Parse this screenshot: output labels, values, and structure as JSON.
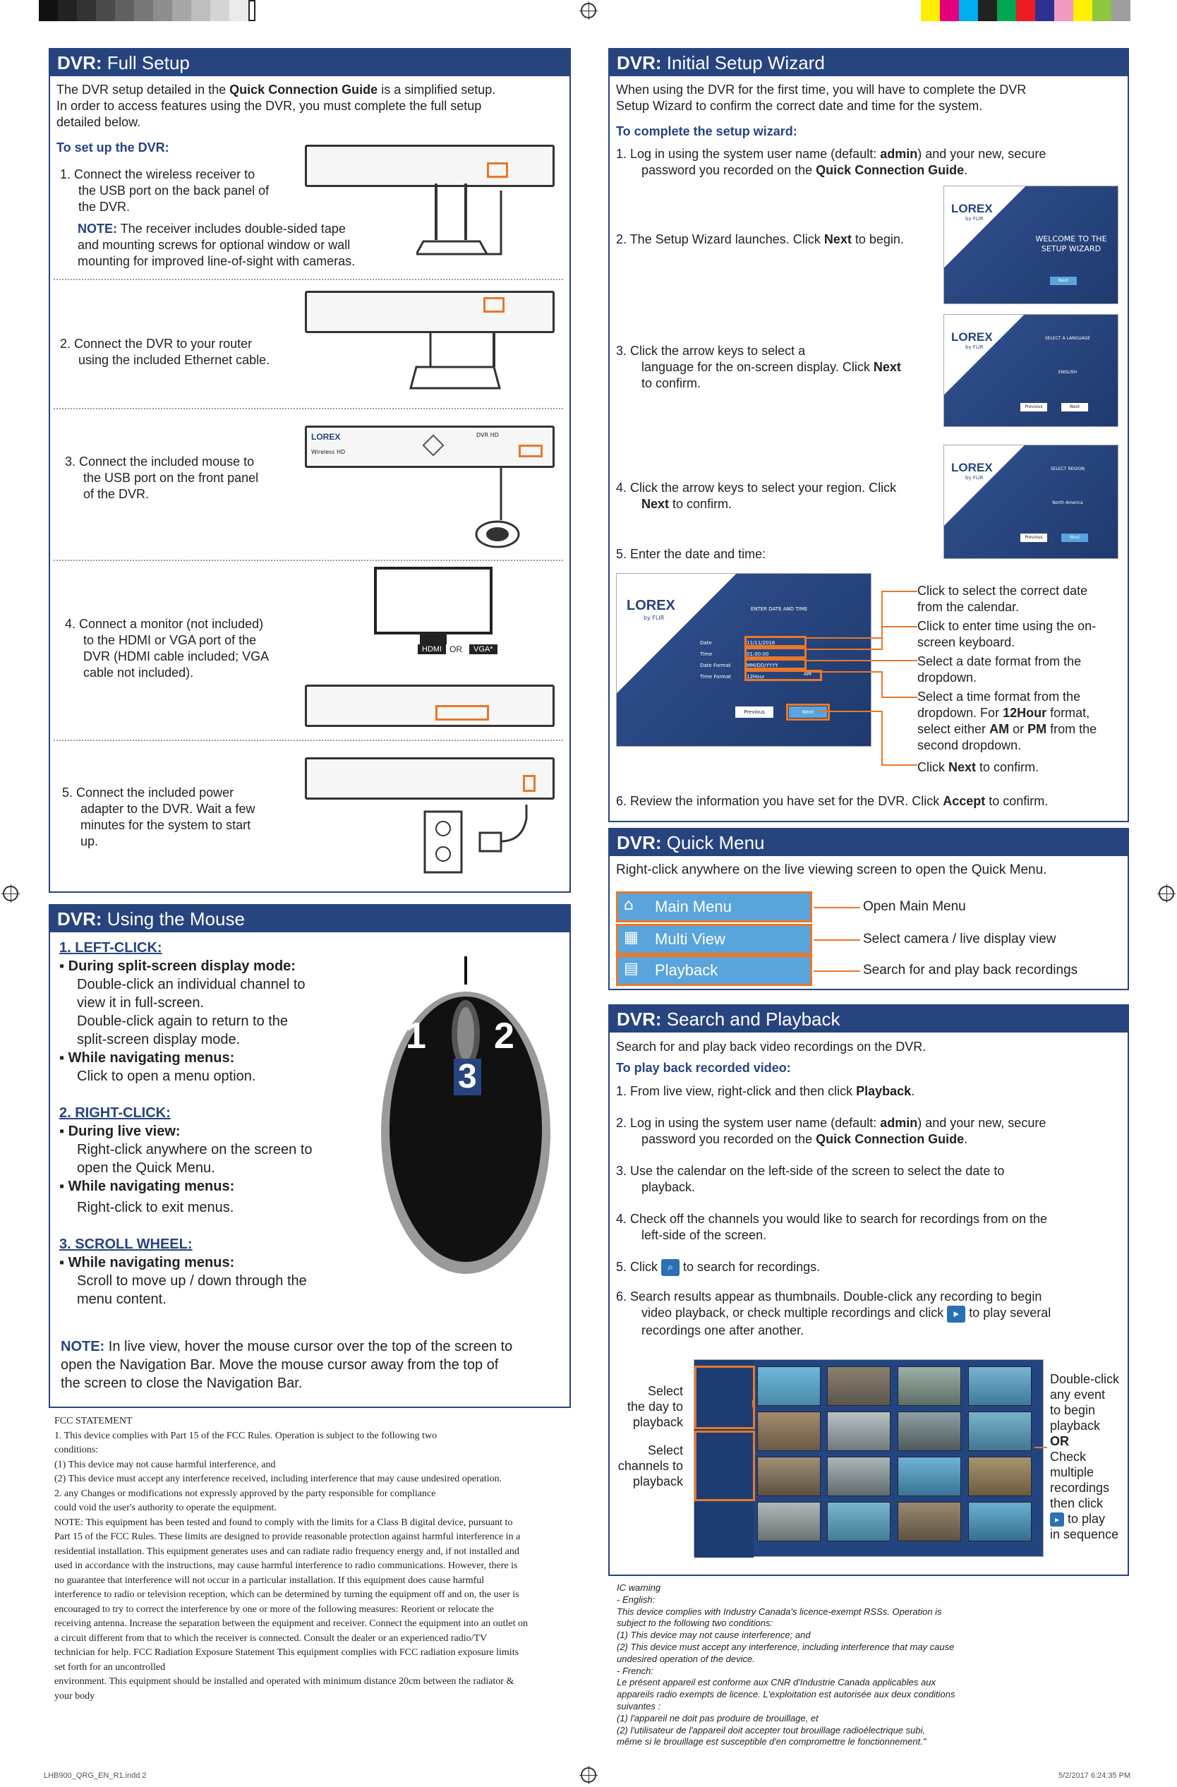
{
  "colors": {
    "brand": "#27447f",
    "accent": "#e8782a",
    "menu_button": "#5aa4dc"
  },
  "full_setup": {
    "title_bold": "DVR:",
    "title": "Full Setup",
    "intro_1": "The DVR setup detailed in the",
    "intro_bold": "Quick Connection Guide",
    "intro_2": "is a simplified setup.",
    "intro_line2": "In order to access features using the DVR, you must complete the full setup",
    "intro_line3": "detailed below.",
    "subheading": "To set up the DVR:",
    "step1": [
      "1.  Connect the wireless receiver to",
      "the USB port on the back panel of",
      "the DVR."
    ],
    "note_label": "NOTE:",
    "note": [
      "The receiver includes double-sided tape",
      "and mounting screws for optional window or wall",
      "mounting for improved line-of-sight with cameras."
    ],
    "step2": [
      "2.  Connect the DVR to your router",
      "using the included Ethernet cable."
    ],
    "step3": [
      "3.  Connect the included mouse to",
      "the USB port on the front panel",
      "of the DVR."
    ],
    "step4": [
      "4.  Connect a monitor (not included)",
      "to the HDMI or VGA port of the",
      "DVR (HDMI cable included; VGA",
      "cable not included)."
    ],
    "step5": [
      "5.  Connect the included power",
      "adapter to the DVR. Wait a few",
      "minutes for the system to start",
      "up."
    ],
    "hdmi_label": "HDMI",
    "or_label": "OR",
    "vga_label": "VGA*",
    "front_brand": "LOREX",
    "front_model": "Wireless HD",
    "front_hd": "DVR HD"
  },
  "wizard": {
    "title_bold": "DVR:",
    "title": "Initial Setup Wizard",
    "intro": [
      "When using the DVR for the first time, you will have to complete the DVR",
      "Setup Wizard to confirm the correct date and time for the system."
    ],
    "subheading": "To complete the setup wizard:",
    "step1_a": "1.    Log in using the system user name (default:",
    "step1_bold1": "admin",
    "step1_b": ") and your new, secure",
    "step1_c": "password you recorded on the",
    "step1_bold2": "Quick Connection Guide",
    "step1_d": ".",
    "step2_a": "2.    The Setup Wizard launches. Click",
    "step2_bold": "Next",
    "step2_b": "to begin.",
    "step3": [
      "3.    Click the arrow keys to select a",
      "language for the on-screen display. Click"
    ],
    "step3_bold": "Next",
    "step3_end": "to confirm.",
    "step4_a": "4.    Click the arrow keys to select your region. Click",
    "step4_bold": "Next",
    "step4_b": "to confirm.",
    "step5": "5.    Enter the date and time:",
    "step6_a": "6.    Review the information you have set for the DVR. Click",
    "step6_bold": "Accept",
    "step6_b": "to confirm.",
    "screen_logo": "LOREX",
    "screen_flir": "by FLIR",
    "welcome": [
      "WELCOME TO THE",
      "SETUP WIZARD"
    ],
    "next_btn": "Next",
    "prev_btn": "Previous",
    "lang_title": "SELECT A LANGUAGE",
    "lang_value": "ENGLISH",
    "region_title": "SELECT REGION",
    "region_value": "North America",
    "date_title": "ENTER DATE AND TIME",
    "fields": [
      {
        "label": "Date",
        "value": "11/11/2016"
      },
      {
        "label": "Time",
        "value": "01:00:00"
      },
      {
        "label": "Date Format",
        "value": "MM/DD/YYYY"
      },
      {
        "label": "Time Format",
        "value": "12Hour"
      }
    ],
    "ampm": "AM",
    "callouts": {
      "c1": [
        "Click to select the correct date",
        "from the calendar."
      ],
      "c2": [
        "Click to enter time using the on-",
        "screen keyboard."
      ],
      "c3": [
        "Select a date format from the",
        "dropdown."
      ],
      "c4_a": [
        "Select a time format from the",
        "dropdown. For"
      ],
      "c4_bold1": "12Hour",
      "c4_b": "format,",
      "c4_c": "select either",
      "c4_bold2": "AM",
      "c4_d": "or",
      "c4_bold3": "PM",
      "c4_e": "from the",
      "c4_f": "second dropdown.",
      "c5_a": "Click",
      "c5_bold": "Next",
      "c5_b": "to confirm."
    }
  },
  "quick_menu": {
    "title_bold": "DVR:",
    "title": "Quick Menu",
    "intro": "Right-click anywhere on the live viewing screen to open the Quick Menu.",
    "items": [
      {
        "label": "Main Menu",
        "desc": "Open Main Menu"
      },
      {
        "label": "Multi View",
        "desc": "Select camera / live display view"
      },
      {
        "label": "Playback",
        "desc": "Search for and play back recordings"
      }
    ]
  },
  "mouse": {
    "title_bold": "DVR:",
    "title": "Using the Mouse",
    "left_heading": "1. LEFT-CLICK:",
    "left_b1": "During split-screen display mode:",
    "left_b1_text": [
      "Double-click an individual channel to",
      "view it in full-screen.",
      "Double-click again to return to the",
      "split-screen display mode."
    ],
    "left_b2": "While navigating menus:",
    "left_b2_text": "Click to open a menu option.",
    "right_heading": "2. RIGHT-CLICK:",
    "right_b1": "During live view:",
    "right_b1_text": [
      "Right-click anywhere on the screen to",
      "open the Quick Menu."
    ],
    "right_b2": "While navigating menus:",
    "right_b2_text": "Right-click to exit menus.",
    "scroll_heading": "3. SCROLL WHEEL:",
    "scroll_b1": "While navigating menus:",
    "scroll_b1_text": [
      "Scroll to move up / down through the",
      "menu content."
    ],
    "note_label": "NOTE:",
    "note": [
      "In live view, hover the mouse cursor over the top of the screen to",
      "open the Navigation Bar. Move the mouse cursor away from the top of",
      "the screen to close the Navigation Bar."
    ],
    "num1": "1",
    "num2": "2",
    "num3": "3"
  },
  "search": {
    "title_bold": "DVR:",
    "title": "Search and Playback",
    "intro": "Search for and play back video recordings on the DVR.",
    "subheading": "To play back recorded video:",
    "s1_a": "1.    From live view, right-click and then click",
    "s1_bold": "Playback",
    "s1_b": ".",
    "s2_a": "2.    Log in using the system user name (default:",
    "s2_bold1": "admin",
    "s2_b": ") and your new, secure",
    "s2_c": "password you recorded on the",
    "s2_bold2": "Quick Connection Guide",
    "s2_d": ".",
    "s3": [
      "3.    Use the calendar on the left-side of the screen to select the date to",
      "playback."
    ],
    "s4": [
      "4.    Check off the channels you would like to search for recordings from on the",
      "left-side of the screen."
    ],
    "s5_a": "5.    Click",
    "s5_b": "to search for recordings.",
    "s6_a": [
      "6.    Search results appear as thumbnails. Double-click any recording to begin",
      "video playback, or check multiple recordings and click"
    ],
    "s6_b": "to play several",
    "s6_c": "recordings one after another.",
    "left_callout1": [
      "Select",
      "the day to",
      "playback"
    ],
    "left_callout2": [
      "Select",
      "channels to",
      "playback"
    ],
    "right_callout": [
      "Double-click",
      "any event",
      "to begin",
      "playback"
    ],
    "or": "OR",
    "right_callout2": [
      "Check",
      "multiple",
      "recordings",
      "then click"
    ],
    "right_callout3": [
      "to play",
      "in sequence"
    ]
  },
  "fcc": {
    "lines": [
      "FCC STATEMENT",
      "1. This device complies with Part 15 of the FCC Rules. Operation is subject to the following two",
      "conditions:",
      "(1) This device may not cause harmful interference, and",
      "(2) This device must accept any interference received, including interference that may cause undesired operation.",
      "2. any Changes or modifications not expressly approved by the party responsible for compliance",
      "could void the user's authority to operate the equipment.",
      "NOTE: This equipment has been tested and found to comply with the limits for a Class B digital device, pursuant to",
      "Part 15 of the FCC Rules. These limits are designed to provide reasonable protection against harmful interference in a",
      "residential installation. This equipment generates uses and can radiate radio frequency energy and, if not installed and",
      "used in accordance with the instructions, may cause harmful interference to radio communications. However, there is",
      "no guarantee that interference will not occur in a particular installation. If this equipment does cause harmful",
      "interference to radio or television reception, which can be determined by turning the equipment off and on, the user is",
      "encouraged to try to correct the interference by one or more of the following measures: Reorient or relocate the",
      "receiving antenna. Increase the separation between the equipment and receiver. Connect the equipment into an outlet on",
      "a circuit different from that to which the receiver is connected. Consult the dealer or an experienced radio/TV",
      "technician for help. FCC Radiation Exposure Statement This equipment complies with FCC radiation exposure limits",
      "set forth for an uncontrolled",
      "environment. This equipment should be installed and operated with minimum distance 20cm between the radiator &",
      "your body"
    ]
  },
  "ic": {
    "lines": [
      "IC warning",
      "- English:",
      "This device complies with Industry Canada's licence-exempt RSSs. Operation is",
      "subject to the following two conditions:",
      "(1) This device may not cause interference; and",
      "(2) This device must accept any interference, including interference that may cause",
      "undesired operation of the device.",
      "- French:",
      "Le présent appareil est conforme aux CNR d'Industrie Canada applicables aux",
      "appareils radio exempts de licence. L'exploitation est autorisée aux deux conditions",
      "suivantes :",
      "(1) l'appareil ne doit pas produire de brouillage, et",
      "(2) l'utilisateur de l'appareil doit accepter tout brouillage radioélectrique subi,",
      "même si le brouillage est susceptible d'en compromettre le fonctionnement.\""
    ]
  },
  "footer": {
    "left": "LHB900_QRG_EN_R1.indd   2",
    "right": "5/2/2017   6:24:35 PM"
  }
}
